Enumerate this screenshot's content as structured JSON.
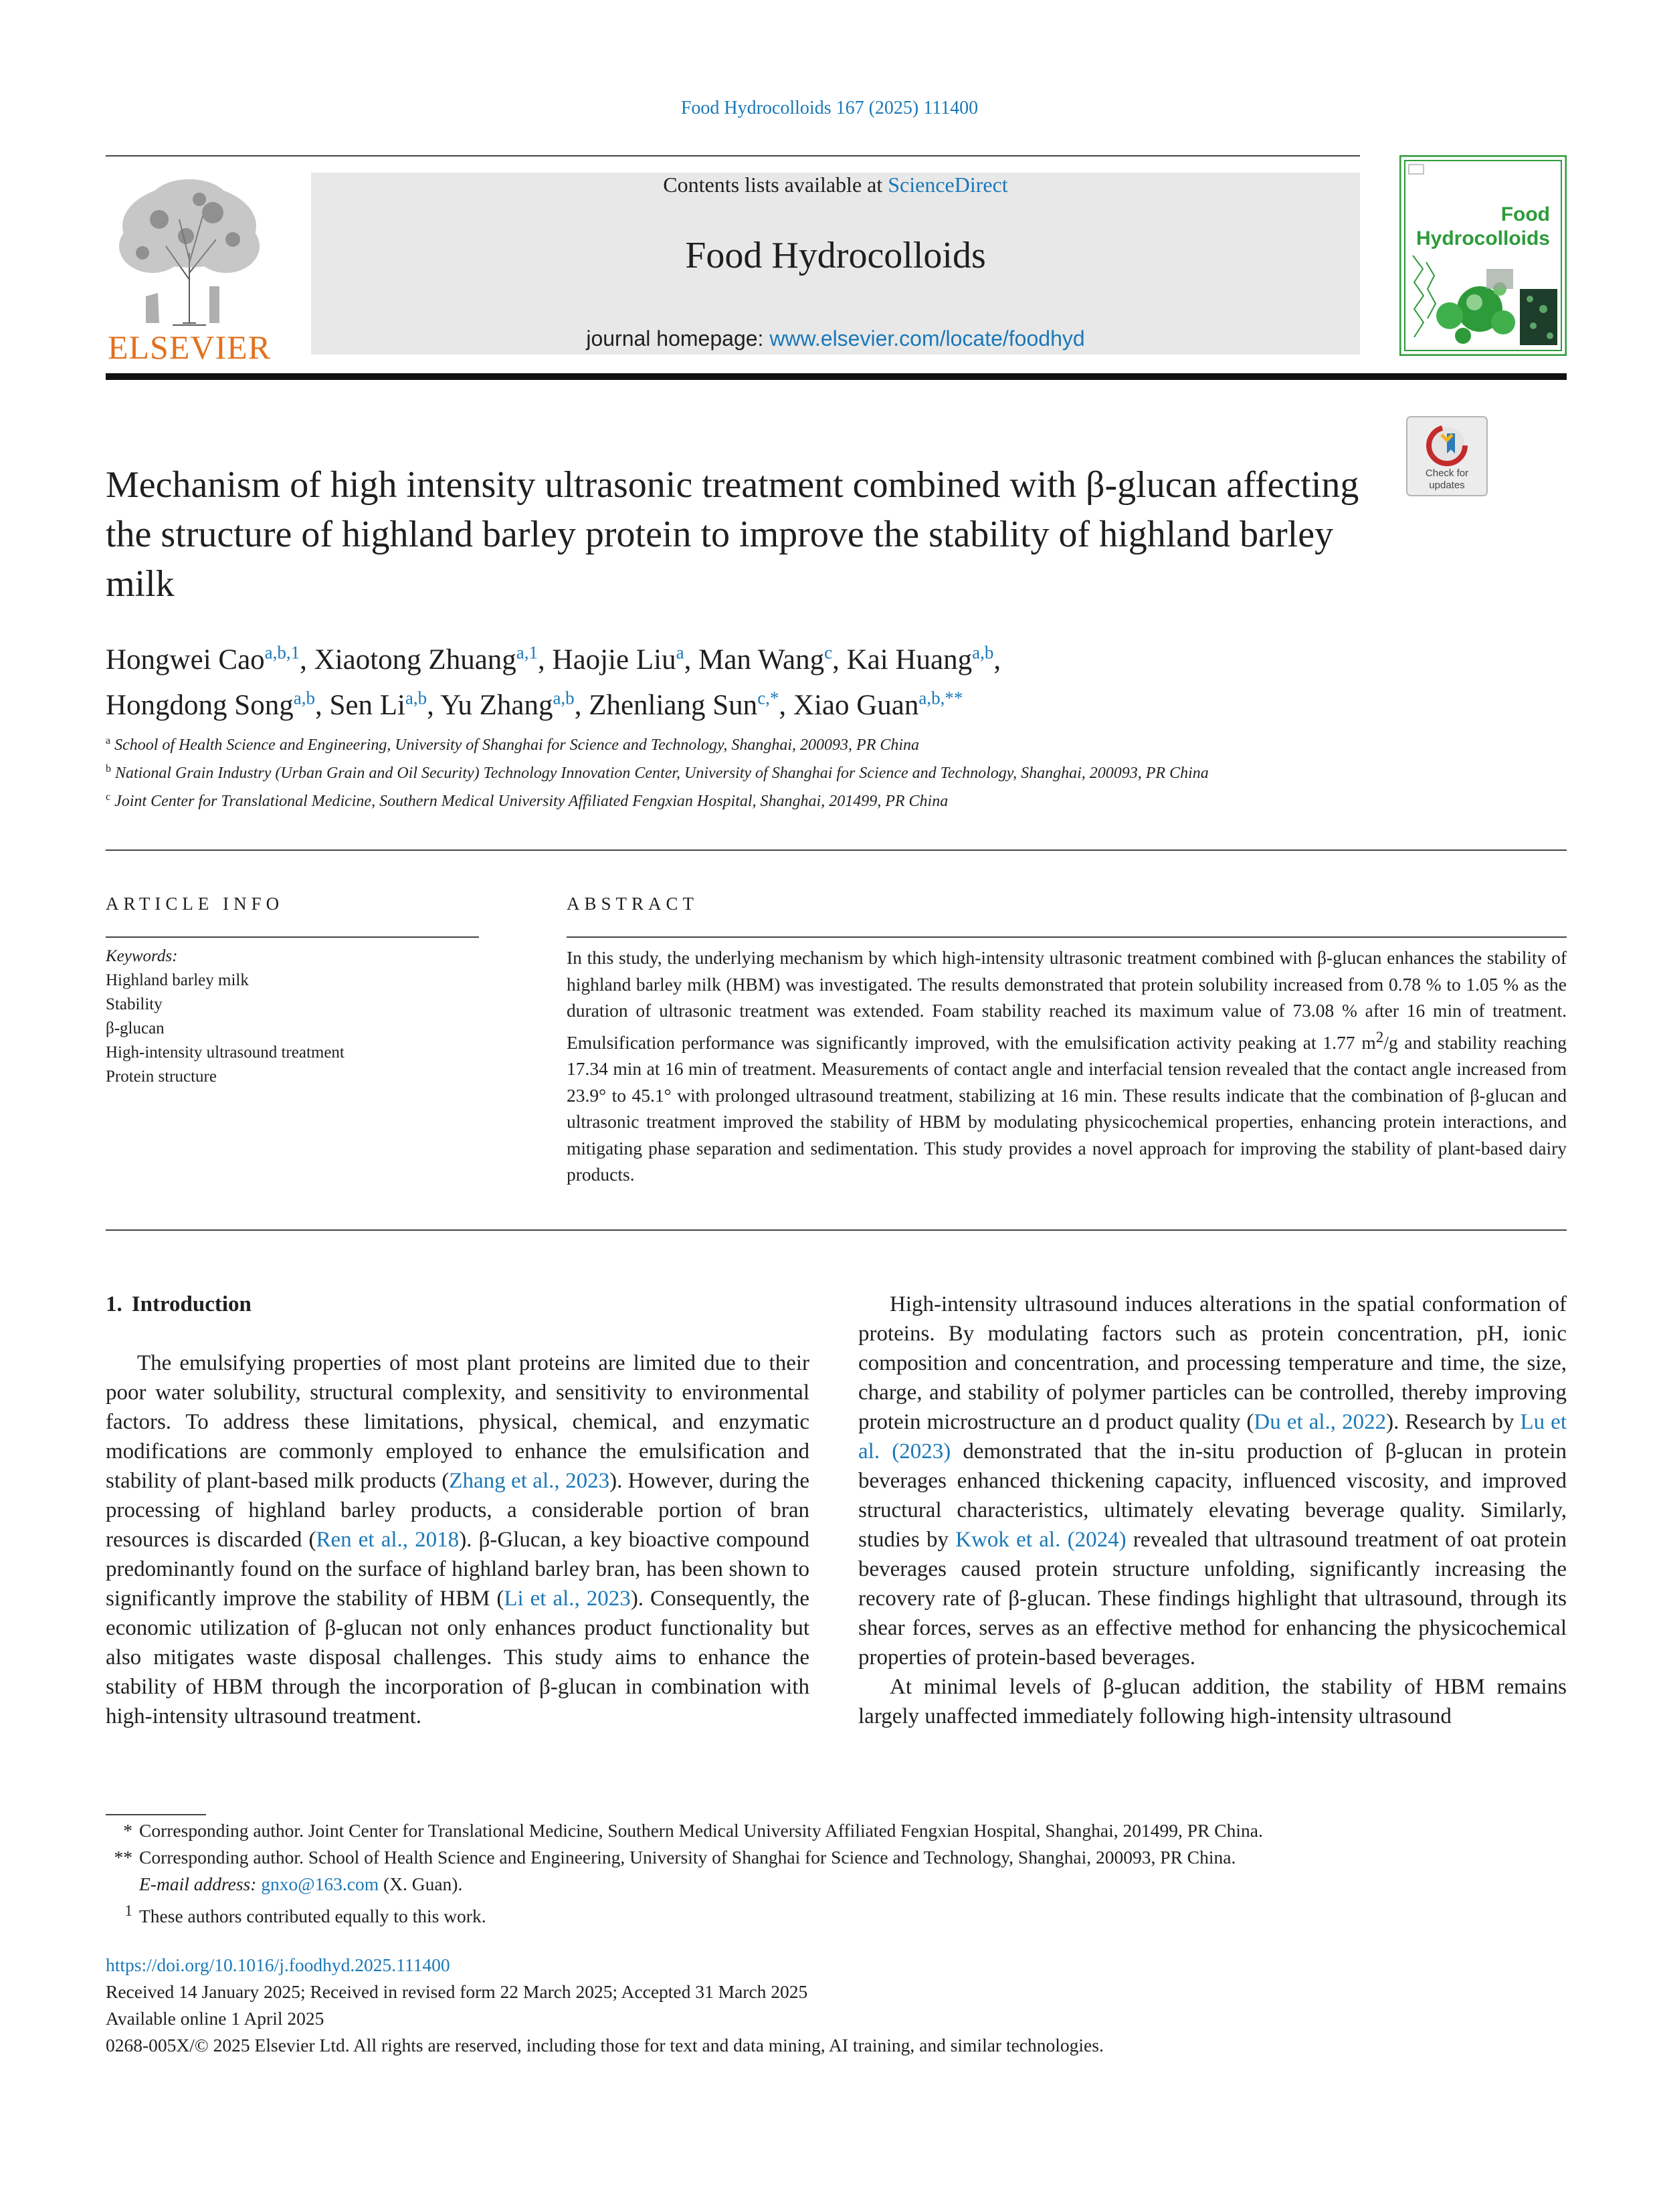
{
  "header": {
    "citation": "Food Hydrocolloids 167 (2025) 111400",
    "contents_prefix": "Contents lists available at ",
    "contents_link": "ScienceDirect",
    "journal_name": "Food Hydrocolloids",
    "homepage_prefix": "journal homepage: ",
    "homepage_link": "www.elsevier.com/locate/foodhyd",
    "publisher_logo": "ELSEVIER",
    "cover_title_line1": "Food",
    "cover_title_line2": "Hydrocolloids",
    "check_updates_line1": "Check for",
    "check_updates_line2": "updates"
  },
  "article": {
    "title": "Mechanism of high intensity ultrasonic treatment combined with β-glucan affecting the structure of highland barley protein to improve the stability of highland barley milk",
    "authors": [
      {
        "name": "Hongwei Cao",
        "sup": "a,b,1",
        "sep": ", "
      },
      {
        "name": "Xiaotong Zhuang",
        "sup": "a,1",
        "sep": ", "
      },
      {
        "name": "Haojie Liu",
        "sup": "a",
        "sep": ", "
      },
      {
        "name": "Man Wang",
        "sup": "c",
        "sep": ", "
      },
      {
        "name": "Kai Huang",
        "sup": "a,b",
        "sep": ","
      },
      {
        "name": "Hongdong Song",
        "sup": "a,b",
        "sep": ", "
      },
      {
        "name": "Sen Li",
        "sup": "a,b",
        "sep": ", "
      },
      {
        "name": "Yu Zhang",
        "sup": "a,b",
        "sep": ", "
      },
      {
        "name": "Zhenliang Sun",
        "sup": "c,*",
        "sep": ", "
      },
      {
        "name": "Xiao Guan",
        "sup": "a,b,**",
        "sep": ""
      }
    ],
    "affiliations": [
      {
        "key": "a",
        "text": "School of Health Science and Engineering, University of Shanghai for Science and Technology, Shanghai, 200093, PR China"
      },
      {
        "key": "b",
        "text": "National Grain Industry (Urban Grain and Oil Security) Technology Innovation Center, University of Shanghai for Science and Technology, Shanghai, 200093, PR China"
      },
      {
        "key": "c",
        "text": "Joint Center for Translational Medicine, Southern Medical University Affiliated Fengxian Hospital, Shanghai, 201499, PR China"
      }
    ]
  },
  "article_info": {
    "heading": "ARTICLE INFO",
    "keywords_label": "Keywords:",
    "keywords": [
      "Highland barley milk",
      "Stability",
      "β-glucan",
      "High-intensity ultrasound treatment",
      "Protein structure"
    ]
  },
  "abstract": {
    "heading": "ABSTRACT",
    "text_1": "In this study, the underlying mechanism by which high-intensity ultrasonic treatment combined with β-glucan enhances the stability of highland barley milk (HBM) was investigated. The results demonstrated that protein solubility increased from 0.78 % to 1.05 % as the duration of ultrasonic treatment was extended. Foam stability reached its maximum value of 73.08 % after 16 min of treatment. Emulsification performance was significantly improved, with the emulsification activity peaking at 1.77 m",
    "text_sup": "2",
    "text_2": "/g and stability reaching 17.34 min at 16 min of treatment. Measurements of contact angle and interfacial tension revealed that the contact angle increased from 23.9° to 45.1° with prolonged ultrasound treatment, stabilizing at 16 min. These results indicate that the combination of β-glucan and ultrasonic treatment improved the stability of HBM by modulating physicochemical properties, enhancing protein interactions, and mitigating phase separation and sedimentation. This study provides a novel approach for improving the stability of plant-based dairy products."
  },
  "body": {
    "section_number": "1.",
    "section_title": "Introduction",
    "left_p1_a": "The emulsifying properties of most plant proteins are limited due to their poor water solubility, structural complexity, and sensitivity to environmental factors. To address these limitations, physical, chemical, and enzymatic modifications are commonly employed to enhance the emulsification and stability of plant-based milk products (",
    "left_p1_ref1": "Zhang et al., 2023",
    "left_p1_b": "). However, during the processing of highland barley products, a considerable portion of bran resources is discarded (",
    "left_p1_ref2": "Ren et al., 2018",
    "left_p1_c": "). β-Glucan, a key bioactive compound predominantly found on the surface of highland barley bran, has been shown to significantly improve the stability of HBM (",
    "left_p1_ref3": "Li et al., 2023",
    "left_p1_d": "). Consequently, the economic utilization of β-glucan not only enhances product functionality but also mitigates waste disposal challenges. This study aims to enhance the stability of HBM through the incorporation of β-glucan in combination with high-intensity ultrasound treatment.",
    "right_p1_a": "High-intensity ultrasound induces alterations in the spatial conformation of proteins. By modulating factors such as protein concentration, pH, ionic composition and concentration, and processing temperature and time, the size, charge, and stability of polymer particles can be controlled, thereby improving protein microstructure an d product quality (",
    "right_p1_ref1": "Du et al., 2022",
    "right_p1_b": "). Research by ",
    "right_p1_ref2": "Lu et al. (2023)",
    "right_p1_c": " demonstrated that the in-situ production of β-glucan in protein beverages enhanced thickening capacity, influenced viscosity, and improved structural characteristics, ultimately elevating beverage quality. Similarly, studies by ",
    "right_p1_ref3": "Kwok et al. (2024)",
    "right_p1_d": " revealed that ultrasound treatment of oat protein beverages caused protein structure unfolding, significantly increasing the recovery rate of β-glucan. These findings highlight that ultrasound, through its shear forces, serves as an effective method for enhancing the physicochemical properties of protein-based beverages.",
    "right_p2": "At minimal levels of β-glucan addition, the stability of HBM remains largely unaffected immediately following high-intensity ultrasound"
  },
  "footnotes": {
    "fn1_mark": "*",
    "fn1_text": "Corresponding author. Joint Center for Translational Medicine, Southern Medical University Affiliated Fengxian Hospital, Shanghai, 201499, PR China.",
    "fn2_mark": "**",
    "fn2_text": "Corresponding author. School of Health Science and Engineering, University of Shanghai for Science and Technology, Shanghai, 200093, PR China.",
    "email_label": "E-mail address:",
    "email": "gnxo@163.com",
    "email_suffix": " (X. Guan).",
    "fn3_mark": "1",
    "fn3_text": "These authors contributed equally to this work."
  },
  "bottom": {
    "doi": "https://doi.org/10.1016/j.foodhyd.2025.111400",
    "received": "Received 14 January 2025; Received in revised form 22 March 2025; Accepted 31 March 2025",
    "available": "Available online 1 April 2025",
    "copyright": "0268-005X/© 2025 Elsevier Ltd. All rights are reserved, including those for text and data mining, AI training, and similar technologies."
  },
  "colors": {
    "link": "#1a78b8",
    "elsevier_orange": "#e2701f",
    "cover_green": "#2e9b3a",
    "masthead_band": "#e8e8e8"
  }
}
